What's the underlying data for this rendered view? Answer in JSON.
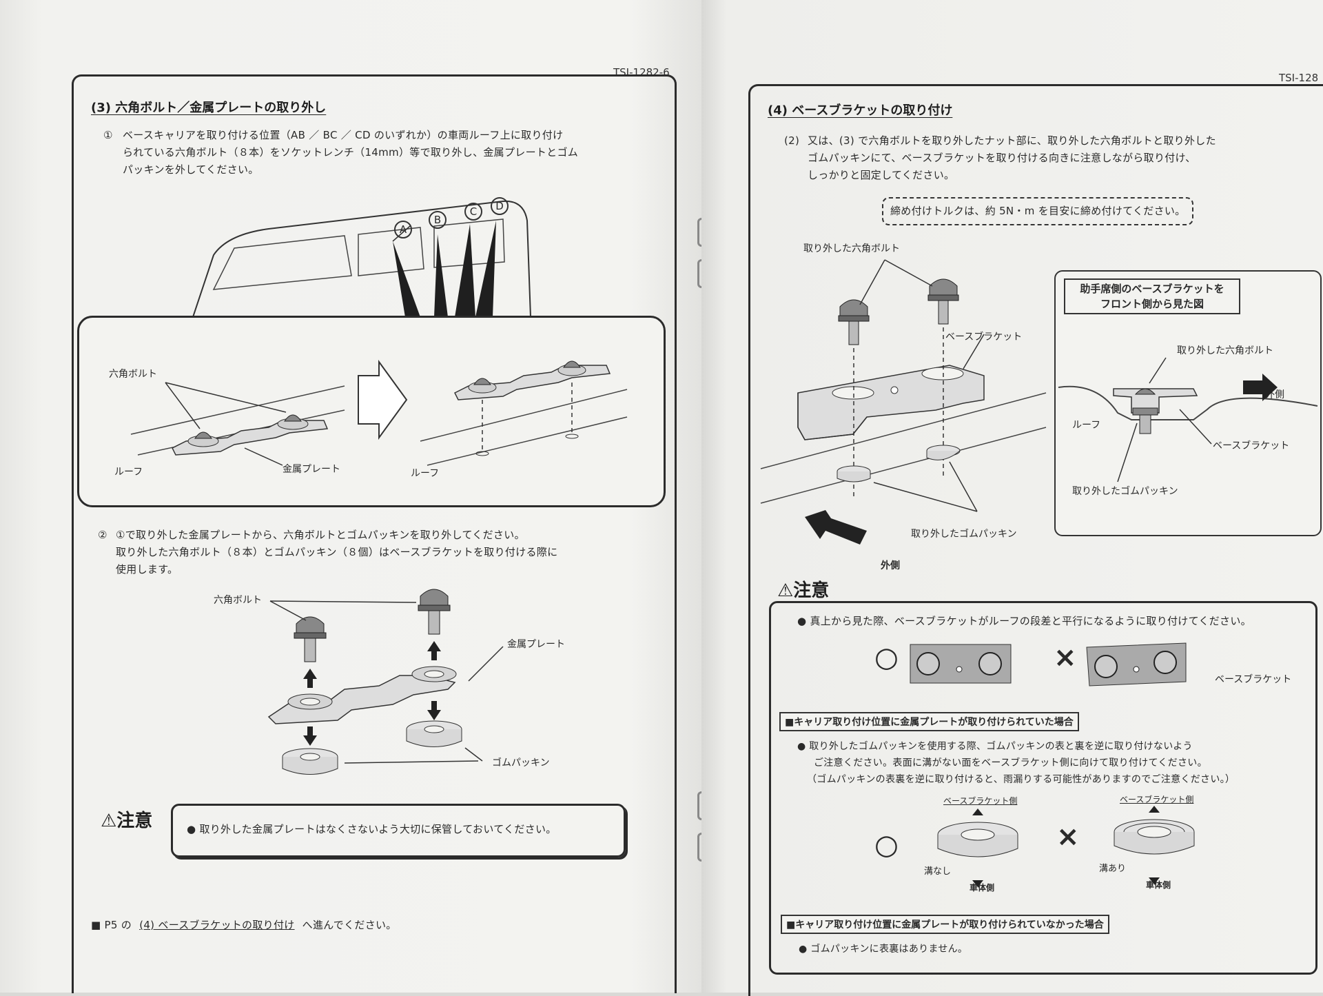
{
  "left": {
    "page_num": "TSI-1282-6",
    "section_title": "(3) 六角ボルト／金属プレートの取り外し",
    "step1": {
      "num": "①",
      "lines": [
        "ベースキャリアを取り付ける位置（AB ／ BC ／ CD のいずれか）の車両ルーフ上に取り付け",
        "られている六角ボルト（８本）をソケットレンチ（14mm）等で取り外し、金属プレートとゴム",
        "パッキンを外してください。"
      ]
    },
    "car_markers": [
      "A",
      "B",
      "C",
      "D"
    ],
    "fig1_labels": {
      "bolt": "六角ボルト",
      "roof_a": "ルーフ",
      "plate": "金属プレート",
      "roof_b": "ルーフ"
    },
    "step2": {
      "num": "②",
      "lines": [
        "①で取り外した金属プレートから、六角ボルトとゴムパッキンを取り外してください。",
        "取り外した六角ボルト（８本）とゴムパッキン（８個）はベースブラケットを取り付ける際に",
        "使用します。"
      ]
    },
    "fig2_labels": {
      "bolt": "六角ボルト",
      "plate": "金属プレート",
      "packing": "ゴムパッキン"
    },
    "caution": {
      "title": "⚠注意",
      "text": "● 取り外した金属プレートはなくさないよう大切に保管しておいてください。"
    },
    "footer": {
      "prefix": "■ P5 の",
      "link": "(4) ベースブラケットの取り付け",
      "suffix": "へ進んでください。"
    }
  },
  "right": {
    "page_num": "TSI-128",
    "section_title": "(4) ベースブラケットの取り付け",
    "step2": {
      "num": "(2)",
      "lines": [
        "又は、(3) で六角ボルトを取り外したナット部に、取り外した六角ボルトと取り外した",
        "ゴムパッキンにて、ベースブラケットを取り付ける向きに注意しながら取り付け、",
        "しっかりと固定してください。"
      ]
    },
    "torque_note": "締め付けトルクは、約 5N・m を目安に締め付けてください。",
    "fig_labels": {
      "removed_bolt": "取り外した六角ボルト",
      "bracket": "ベースブラケット",
      "removed_packing": "取り外したゴムパッキン",
      "outer": "外側"
    },
    "inset": {
      "title_lines": [
        "助手席側のベースブラケットを",
        "フロント側から見た図"
      ],
      "bolt": "取り外した六角ボルト",
      "outer": "外側",
      "roof": "ルーフ",
      "bracket": "ベースブラケット",
      "packing": "取り外したゴムパッキン"
    },
    "caution": {
      "title": "⚠注意",
      "bullet1": "● 真上から見た際、ベースブラケットがルーフの段差と平行になるように取り付けてください。",
      "ok_mark": "○",
      "ng_mark": "×",
      "bracket_label": "ベースブラケット",
      "case1_title": "■キャリア取り付け位置に金属プレートが取り付けられていた場合",
      "case1_lines": [
        "● 取り外したゴムパッキンを使用する際、ゴムパッキンの表と裏を逆に取り付けないよう",
        "ご注意ください。表面に溝がない面をベースブラケット側に向けて取り付けてください。",
        "（ゴムパッキンの表裏を逆に取り付けると、雨漏りする可能性がありますのでご注意ください。）"
      ],
      "pk_ok": {
        "top": "ベースブラケット側",
        "side": "溝なし",
        "bottom": "車体側"
      },
      "pk_ng": {
        "top": "ベースブラケット側",
        "side": "溝あり",
        "bottom": "車体側"
      },
      "case2_title": "■キャリア取り付け位置に金属プレートが取り付けられていなかった場合",
      "case2_line": "● ゴムパッキンに表裏はありません。"
    }
  }
}
